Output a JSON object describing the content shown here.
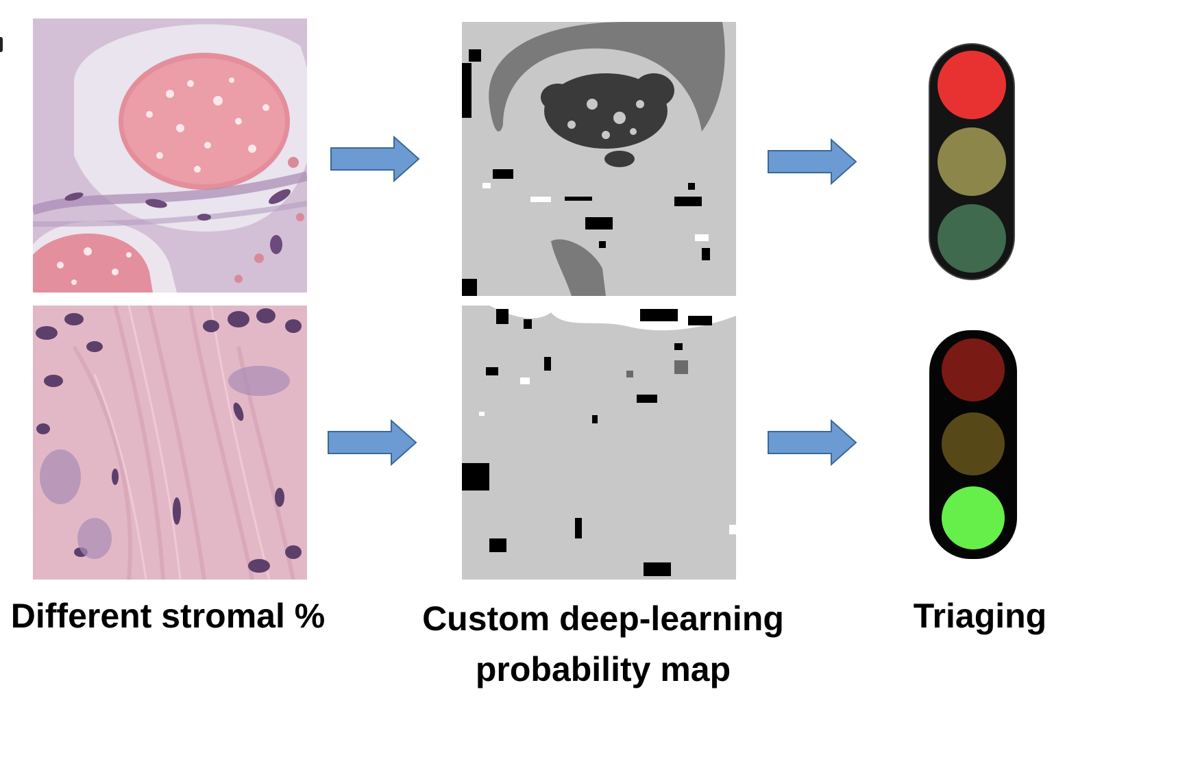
{
  "captions": {
    "col1": "Different stromal %",
    "col2_line1": "Custom deep-learning",
    "col2_line2": "probability map",
    "col3": "Triaging"
  },
  "rows": [
    {
      "tissue_image": "histology-tissue-glands-with-stroma",
      "map_image": "grayscale-probability-map",
      "traffic_light": {
        "active": "red",
        "lamp_colors": {
          "top": "#e83232",
          "middle": "#8c864a",
          "bottom": "#3f6a4e"
        }
      }
    },
    {
      "tissue_image": "histology-tissue-dense-stroma",
      "map_image": "grayscale-probability-map",
      "traffic_light": {
        "active": "green",
        "lamp_colors": {
          "top": "#7a1a14",
          "middle": "#574818",
          "bottom": "#66ef4a"
        }
      }
    }
  ],
  "colors": {
    "arrow_fill": "#6b9bd2",
    "arrow_stroke": "#3b6894",
    "map_background": "#c8c8c8",
    "map_class_dark": "#3a3a3a",
    "map_class_mid": "#7a7a7a",
    "tissue_pink": "#e7b7c8",
    "tissue_purple": "#6c4a7a"
  }
}
